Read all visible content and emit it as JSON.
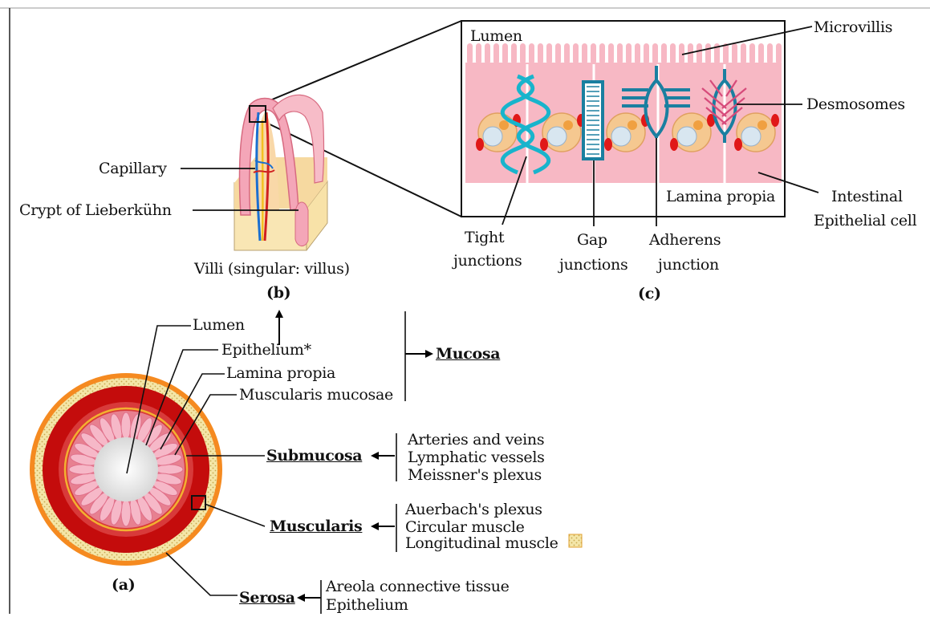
{
  "labels": {
    "lumen_c": "Lumen",
    "microvillis": "Microvillis",
    "desmosomes": "Desmosomes",
    "lamina_propia_c": "Lamina propia",
    "intestinal": "Intestinal",
    "epithelial_cell": "Epithelial cell",
    "tight": "Tight",
    "tight_junctions": "junctions",
    "gap": "Gap",
    "gap_junctions": "junctions",
    "adherens": "Adherens",
    "adherens_junction": "junction",
    "panel_c": "(c)",
    "capillary": "Capillary",
    "crypt": "Crypt of Lieberkühn",
    "villi": "Villi (singular: villus)",
    "panel_b": "(b)",
    "lumen_a": "Lumen",
    "epithelium_star": "Epithelium*",
    "lamina_propia_a": "Lamina propia",
    "muscularis_mucosae": "Muscularis mucosae",
    "mucosa": "Mucosa",
    "submucosa": "Submucosa",
    "arteries": "Arteries and veins",
    "lymphatic": "Lymphatic vessels",
    "meissner": "Meissner's plexus",
    "muscularis": "Muscularis",
    "auerbach": "Auerbach's plexus",
    "circular": "Circular muscle",
    "longitudinal": "Longitudinal muscle",
    "panel_a": "(a)",
    "serosa": "Serosa",
    "areola": "Areola connective tissue",
    "epithelium_serosa": "Epithelium"
  },
  "colors": {
    "cell_pink": "#f7b8c4",
    "epithelium_pink": "#f4a6b8",
    "junction_blue": "#1a7fa0",
    "tight_cyan": "#18b4cc",
    "serosa_orange": "#f39a32",
    "muscle_red": "#c40c0c",
    "submucosa_red": "#d83a3a",
    "stipple_yellow": "#f4e4a0"
  }
}
